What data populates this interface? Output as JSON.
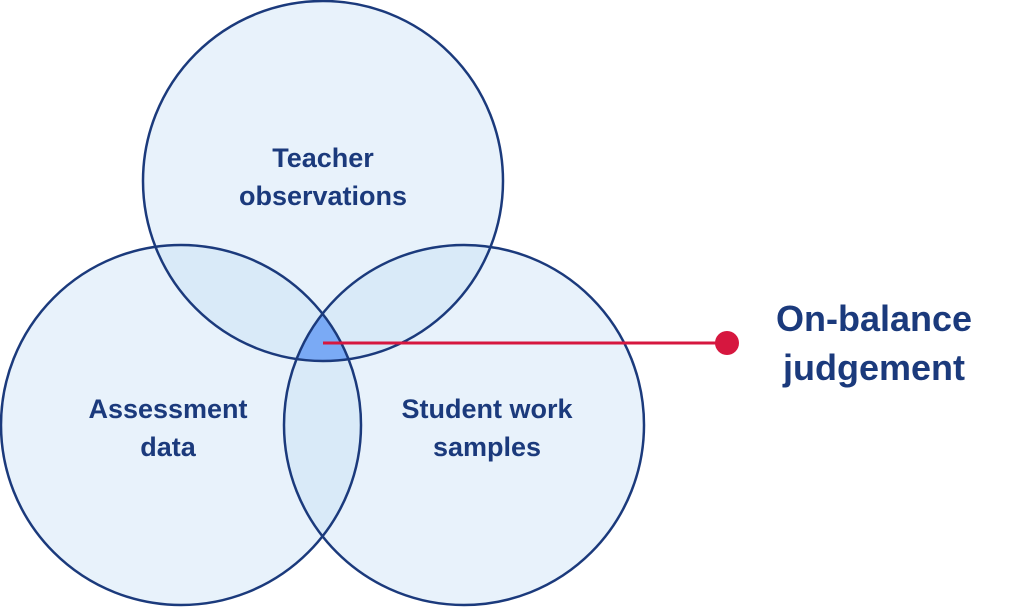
{
  "circles": {
    "top": {
      "line1": "Teacher",
      "line2": "observations"
    },
    "left": {
      "line1": "Assessment",
      "line2": "data"
    },
    "right": {
      "line1": "Student work",
      "line2": "samples"
    }
  },
  "callout": {
    "line1": "On-balance",
    "line2": "judgement"
  },
  "colors": {
    "stroke": "#1b3a7c",
    "fill": "#e8f2fb",
    "overlap": "#d9eaf8",
    "center": "#7aaaf5",
    "pointer": "#d6173f",
    "text": "#1b3a7c"
  }
}
